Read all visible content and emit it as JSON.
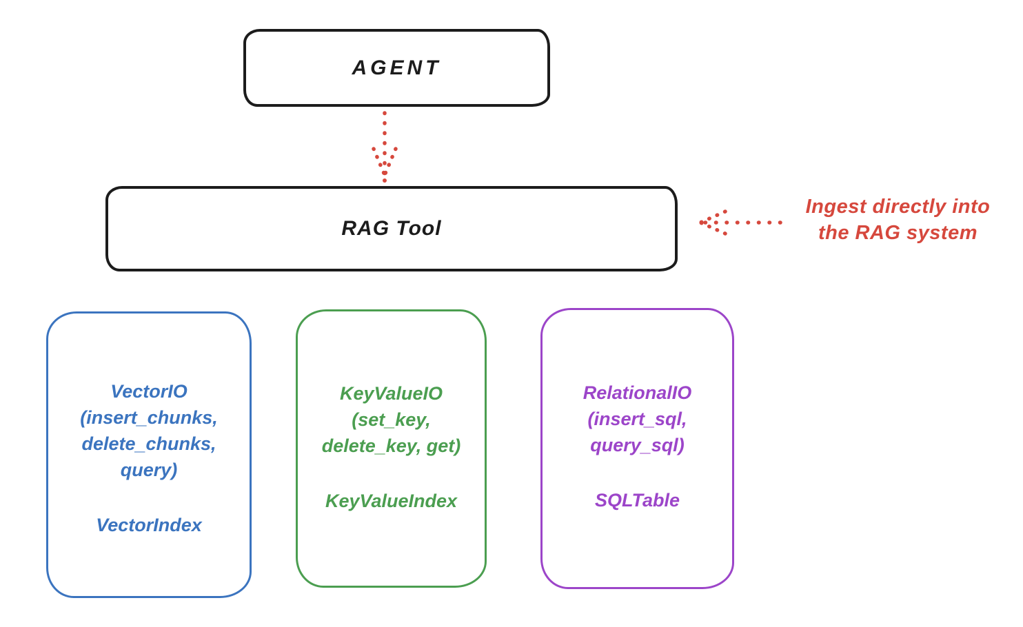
{
  "colors": {
    "outline": "#1c1c1c",
    "accent_red": "#d6483d",
    "vector_blue": "#3b74bf",
    "keyvalue_green": "#4b9e50",
    "relational_purple": "#9c45c9"
  },
  "agent_box": {
    "label": "AGENT"
  },
  "rag_tool_box": {
    "label": "RAG Tool"
  },
  "annotation": {
    "lines": [
      "Ingest directly into",
      "the RAG system"
    ]
  },
  "arrows": [
    {
      "name": "agent-to-rag-tool",
      "style": "dotted",
      "direction": "down"
    },
    {
      "name": "ingest-into-rag",
      "style": "dotted",
      "direction": "left"
    }
  ],
  "storage_boxes": [
    {
      "name": "VectorIO",
      "color": "#3b74bf",
      "lines": [
        "VectorIO",
        "(insert_chunks,",
        "delete_chunks,",
        "query)"
      ],
      "index_label": "VectorIndex"
    },
    {
      "name": "KeyValueIO",
      "color": "#4b9e50",
      "lines": [
        "KeyValueIO",
        "(set_key,",
        "delete_key, get)"
      ],
      "index_label": "KeyValueIndex"
    },
    {
      "name": "RelationalIO",
      "color": "#9c45c9",
      "lines": [
        "RelationalIO",
        "(insert_sql,",
        "query_sql)"
      ],
      "index_label": "SQLTable"
    }
  ]
}
